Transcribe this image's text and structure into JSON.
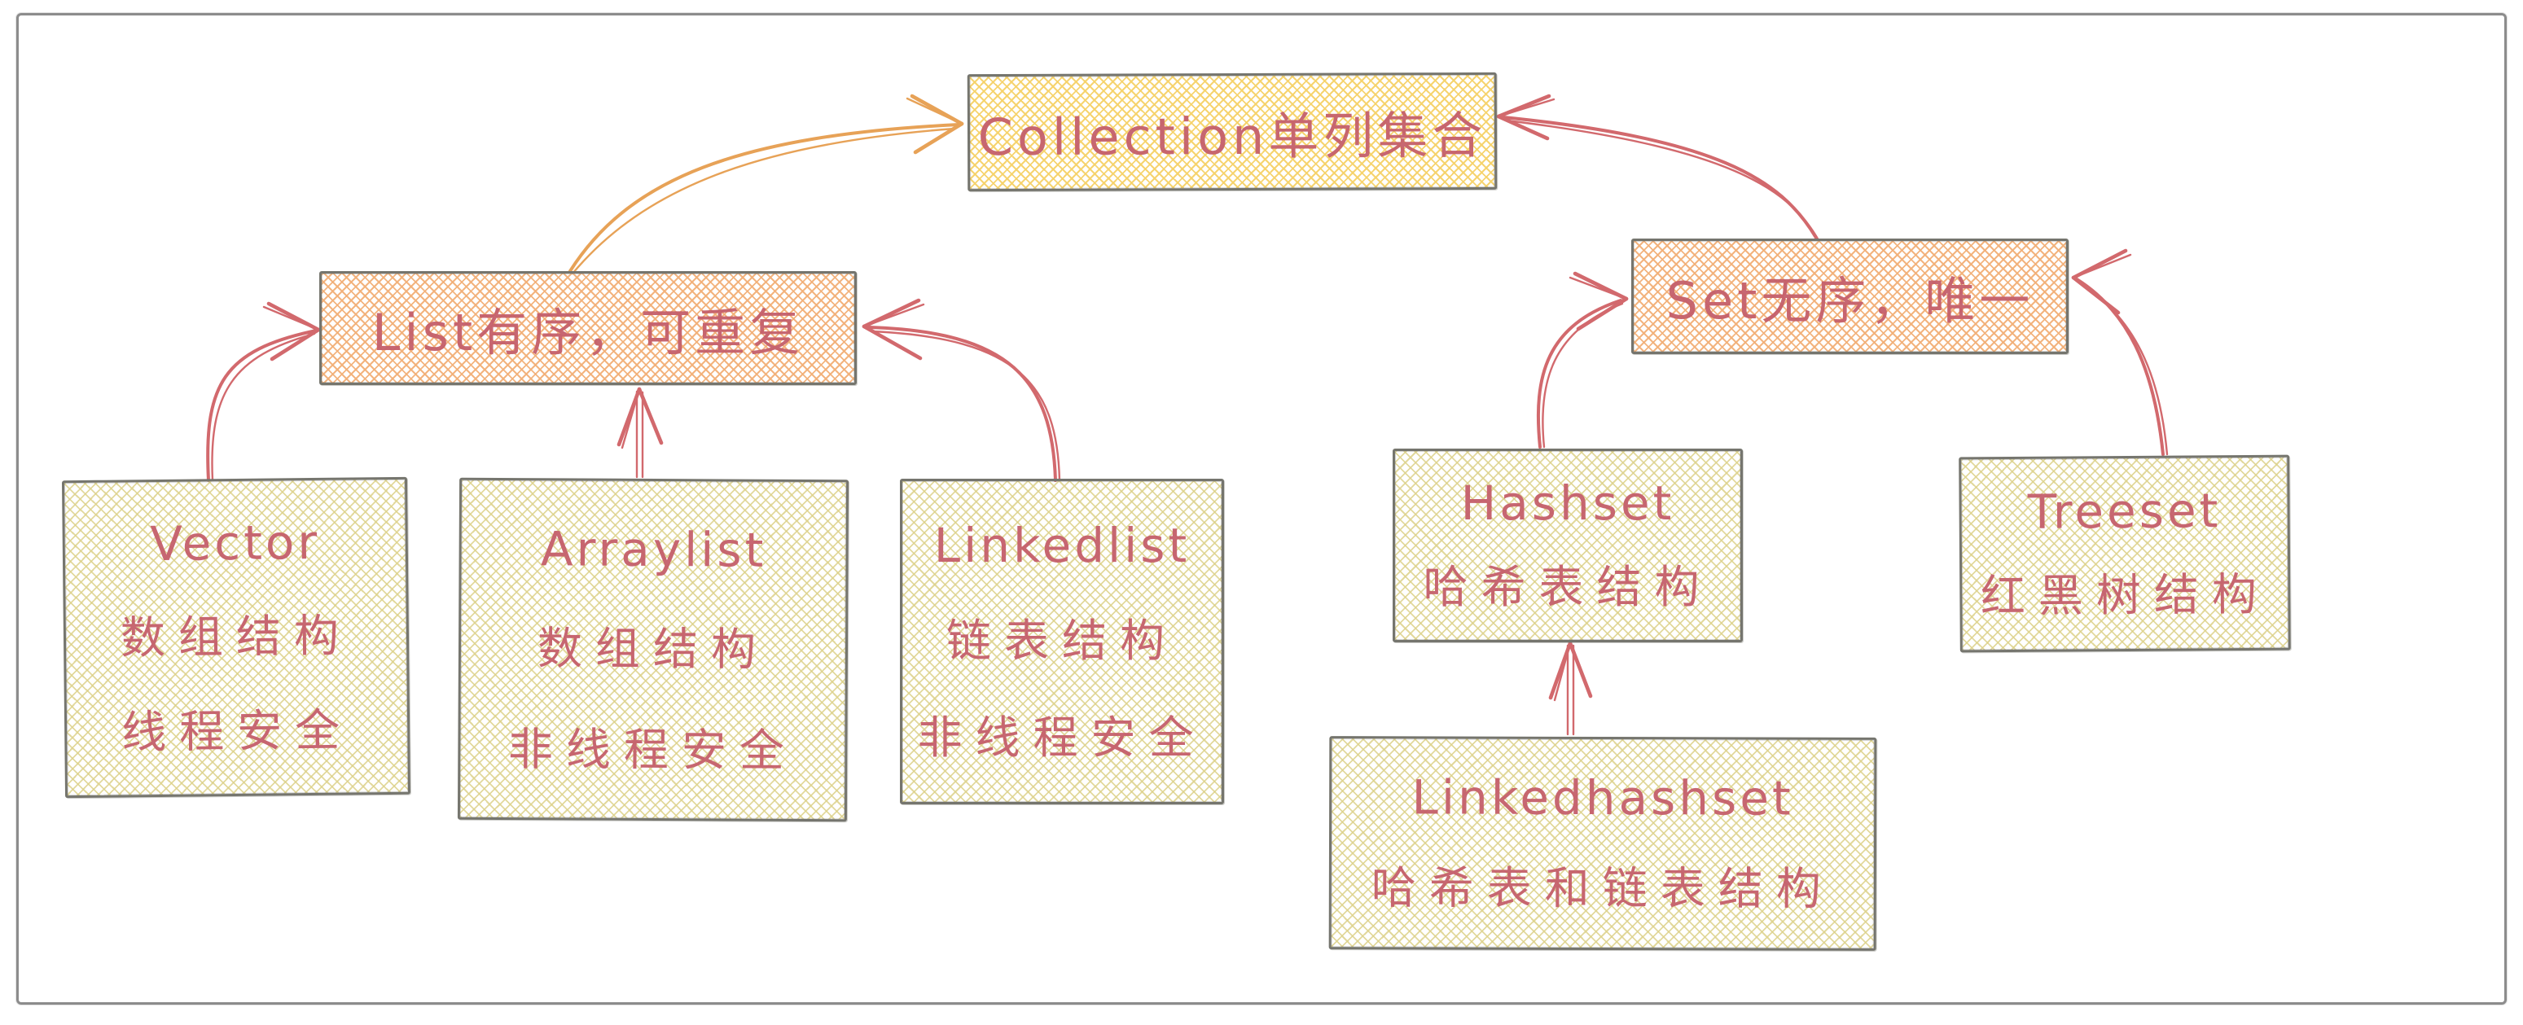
{
  "nodes": {
    "collection": {
      "lines": [
        "Collection单列集合"
      ]
    },
    "list": {
      "lines": [
        "List有序，可重复"
      ]
    },
    "set": {
      "lines": [
        "Set无序，唯一"
      ]
    },
    "vector": {
      "lines": [
        "Vector",
        "数组结构",
        "线程安全"
      ]
    },
    "arraylist": {
      "lines": [
        "Arraylist",
        "数组结构",
        "非线程安全"
      ]
    },
    "linkedlist": {
      "lines": [
        "Linkedlist",
        "链表结构",
        "非线程安全"
      ]
    },
    "hashset": {
      "lines": [
        "Hashset",
        "哈希表结构"
      ]
    },
    "treeset": {
      "lines": [
        "Treeset",
        "红黑树结构"
      ]
    },
    "linkedhashset": {
      "lines": [
        "Linkedhashset",
        "哈希表和链表结构"
      ]
    }
  },
  "edges": [
    {
      "from": "list",
      "to": "collection",
      "color": "#e7a257"
    },
    {
      "from": "set",
      "to": "collection",
      "color": "#d2696d"
    },
    {
      "from": "vector",
      "to": "list",
      "color": "#d2696d"
    },
    {
      "from": "arraylist",
      "to": "list",
      "color": "#d2696d"
    },
    {
      "from": "linkedlist",
      "to": "list",
      "color": "#d2696d"
    },
    {
      "from": "hashset",
      "to": "set",
      "color": "#d2696d"
    },
    {
      "from": "treeset",
      "to": "set",
      "color": "#d2696d"
    },
    {
      "from": "linkedhashset",
      "to": "hashset",
      "color": "#d2696d"
    }
  ],
  "colors": {
    "arrow_red": "#d2696d",
    "arrow_orange": "#e7a257",
    "box_border": "#75756e",
    "text": "#c45f6a",
    "hatch_yellow": "#f6d269",
    "hatch_orange": "#f2b078",
    "hatch_pale": "#ddd28c",
    "frame_border": "#8c8c8c",
    "background": "#ffffff"
  }
}
